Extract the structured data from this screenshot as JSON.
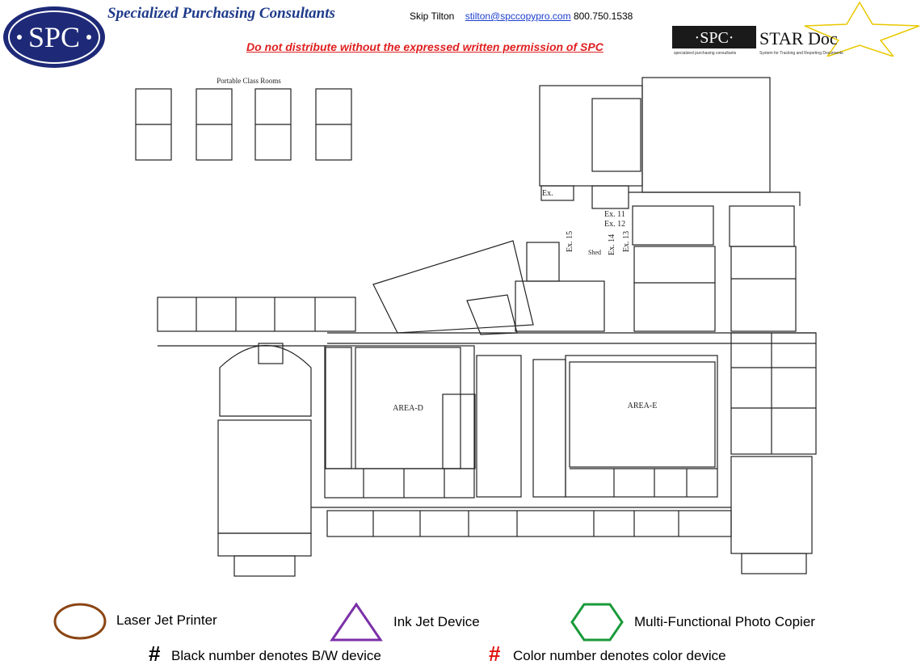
{
  "header": {
    "logo_text": "SPC",
    "company": "Specialized Purchasing Consultants",
    "contact_name": "Skip Tilton",
    "contact_email": "stilton@spccopypro.com",
    "contact_phone": "800.750.1538",
    "warning": "Do not distribute without the expressed written permission of SPC",
    "stardoc_left": "·SPC·",
    "stardoc_right": "STAR Doc",
    "stardoc_sub_left": "specialized purchasing consultants",
    "stardoc_sub_right": "System for Tracking and Reporting Documents"
  },
  "plan": {
    "portable_title": "Portable Class Rooms",
    "area_d": "AREA-D",
    "area_e": "AREA-E",
    "exits": [
      "Ex.",
      "Ex. 11",
      "Ex. 12",
      "Ex. 13",
      "Ex. 14",
      "Ex. 15",
      "Shed"
    ]
  },
  "legend": {
    "laser": "Laser Jet Printer",
    "inkjet": "Ink Jet Device",
    "mfp": "Multi-Functional Photo Copier",
    "black_number": "Black number denotes B/W device",
    "color_number": "Color number denotes color device",
    "hash": "#",
    "colors": {
      "laser": "#8b4513",
      "inkjet": "#7b2fa8",
      "mfp": "#1a9a3a",
      "hash_color": "#e01010",
      "hash_black": "#000000"
    }
  }
}
